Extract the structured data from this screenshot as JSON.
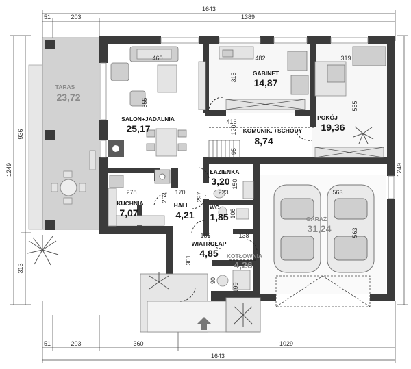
{
  "dimensions": {
    "top_left_a": "51",
    "top_left_b": "203",
    "top_total": "1643",
    "top_main": "1389",
    "left_total": "1249",
    "left_main": "936",
    "left_lower": "313",
    "right_total": "1249",
    "bottom_a": "51",
    "bottom_b": "203",
    "bottom_c": "360",
    "bottom_d": "1029",
    "bottom_total": "1643"
  },
  "interior_dims": [
    "460",
    "482",
    "319",
    "555",
    "315",
    "416",
    "120",
    "555",
    "95",
    "278",
    "170",
    "262",
    "223",
    "150",
    "297",
    "563",
    "563",
    "185",
    "138",
    "106",
    "301",
    "199",
    "90"
  ],
  "rooms": [
    {
      "name": "TARAS",
      "area": "23,72"
    },
    {
      "name": "SALON+JADALNIA",
      "area": "25,17"
    },
    {
      "name": "GABINET",
      "area": "14,87"
    },
    {
      "name": "POKÓJ",
      "area": "19,36"
    },
    {
      "name": "KOMUNIK. +SCHODY",
      "area": "8,74"
    },
    {
      "name": "ŁAZIENKA",
      "area": "3,20"
    },
    {
      "name": "KUCHNIA",
      "area": "7,07"
    },
    {
      "name": "HALL",
      "area": "4,21"
    },
    {
      "name": "WC",
      "area": "1,85"
    },
    {
      "name": "GARAŻ",
      "area": "31,24"
    },
    {
      "name": "WIATROŁAP",
      "area": "4,85"
    },
    {
      "name": "KOTŁOWNIA",
      "area": "4,26"
    }
  ]
}
